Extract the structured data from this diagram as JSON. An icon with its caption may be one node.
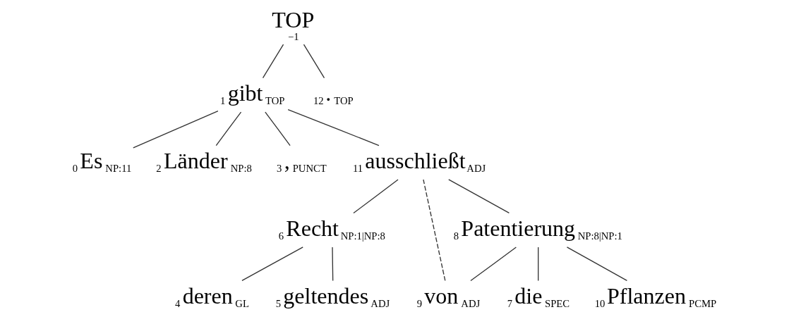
{
  "diagram": {
    "nodes": [
      {
        "text": [
          "TOP"
        ],
        "beside": [
          "−1"
        ]
      },
      {
        "text": [
          "gibt"
        ],
        "beside": [
          "1",
          "TOP"
        ]
      },
      {
        "text": [
          "."
        ],
        "beside": [
          "12",
          "TOP"
        ]
      },
      {
        "text": [
          "Es"
        ],
        "beside": [
          "0",
          "NP:11"
        ]
      },
      {
        "text": [
          "Länder"
        ],
        "beside": [
          "2",
          "NP:8"
        ]
      },
      {
        "text": [
          ","
        ],
        "beside": [
          "3",
          "PUNCT"
        ]
      },
      {
        "text": [
          "ausschließt"
        ],
        "beside": [
          "11",
          "ADJ"
        ]
      },
      {
        "text": [
          "Recht"
        ],
        "beside": [
          "6",
          "NP:1|NP:8"
        ]
      },
      {
        "text": [
          "Patentierung"
        ],
        "beside": [
          "8",
          "NP:8|NP:1"
        ]
      },
      {
        "text": [
          "deren"
        ],
        "beside": [
          "4",
          "GL"
        ]
      },
      {
        "text": [
          "geltendes"
        ],
        "beside": [
          "5",
          "ADJ"
        ]
      },
      {
        "text": [
          "von"
        ],
        "beside": [
          "9",
          "ADJ"
        ]
      },
      {
        "text": [
          "die"
        ],
        "beside": [
          "7",
          "SPEC"
        ]
      },
      {
        "text": [
          "Pflanzen"
        ],
        "beside": [
          "10",
          "PCMP"
        ]
      }
    ],
    "edges": [
      {
        "from": 0,
        "to": 1,
        "arrow": "none"
      },
      {
        "from": 0,
        "to": 2,
        "arrow": "none"
      },
      {
        "from": 1,
        "to": 3,
        "arrow": "none"
      },
      {
        "from": 1,
        "to": 4,
        "arrow": "none"
      },
      {
        "from": 1,
        "to": 5,
        "arrow": "none"
      },
      {
        "from": 1,
        "to": 6,
        "arrow": "none"
      },
      {
        "from": 6,
        "to": 7,
        "arrow": "none"
      },
      {
        "from": 6,
        "to": 11,
        "arrow": "none",
        "style": "dashed"
      },
      {
        "from": 6,
        "to": 8,
        "arrow": "none"
      },
      {
        "from": 7,
        "to": 9,
        "arrow": "none"
      },
      {
        "from": 7,
        "to": 10,
        "arrow": "none"
      },
      {
        "from": 8,
        "to": 11,
        "arrow": "none"
      },
      {
        "from": 8,
        "to": 12,
        "arrow": "none"
      },
      {
        "from": 8,
        "to": 13,
        "arrow": "none"
      }
    ]
  }
}
